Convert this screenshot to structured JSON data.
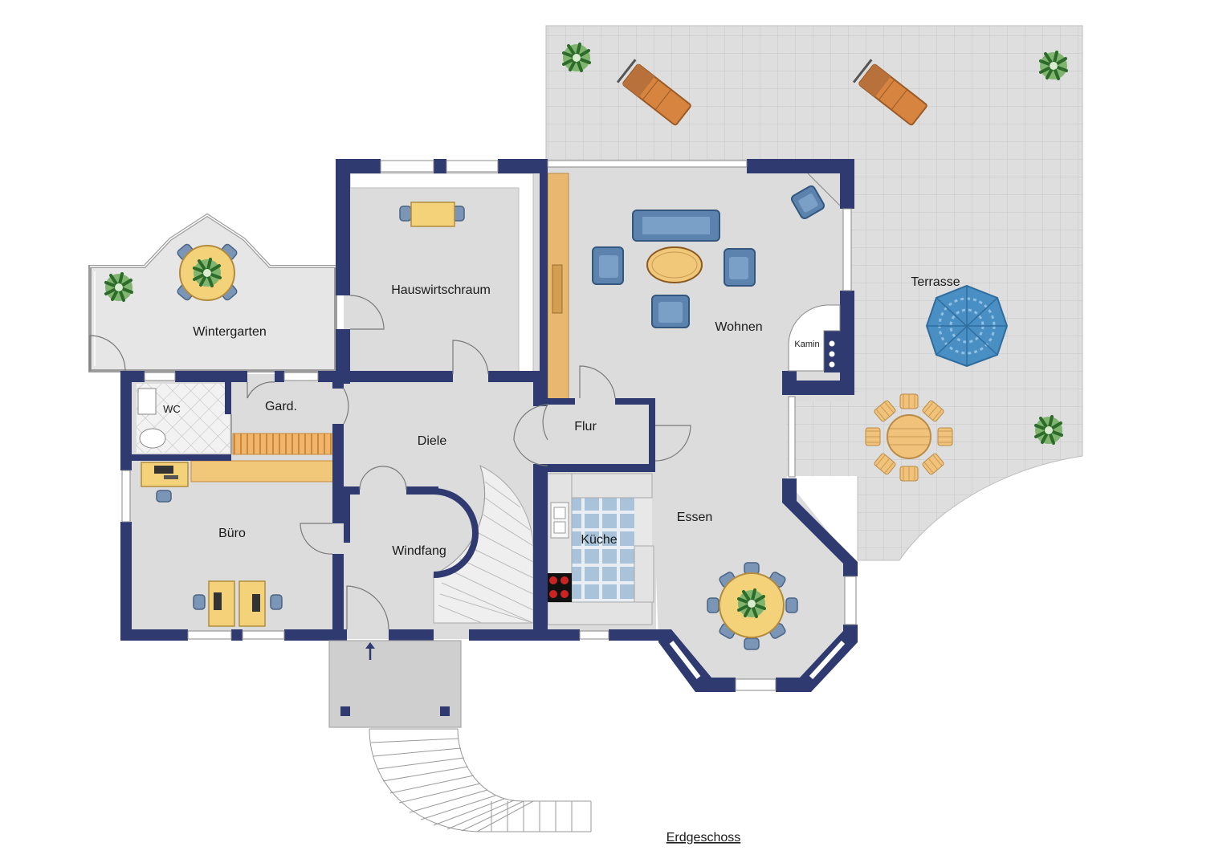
{
  "plan": {
    "title": "Erdgeschoss",
    "rooms": {
      "wintergarten": "Wintergarten",
      "hauswirtschaftsraum": "Hauswirtschraum",
      "wohnen": "Wohnen",
      "terrasse": "Terrasse",
      "kamin": "Kamin",
      "wc": "WC",
      "garderobe": "Gard.",
      "diele": "Diele",
      "flur": "Flur",
      "buero": "Büro",
      "windfang": "Windfang",
      "kueche": "Küche",
      "essen": "Essen"
    },
    "colors": {
      "wall": "#2e3a70",
      "floor": "#dcdcdc",
      "terrace": "#dedede",
      "sofa": "#5b83ad",
      "wood": "#f1c77a",
      "table": "#f4d27a",
      "lounger": "#d88a45",
      "umbrella": "#4a8fc4",
      "plant": "#3f8a3a"
    },
    "icons": {
      "entrance": "arrow-up-icon",
      "plant": "plant-icon",
      "stove": "stove-icon"
    }
  }
}
